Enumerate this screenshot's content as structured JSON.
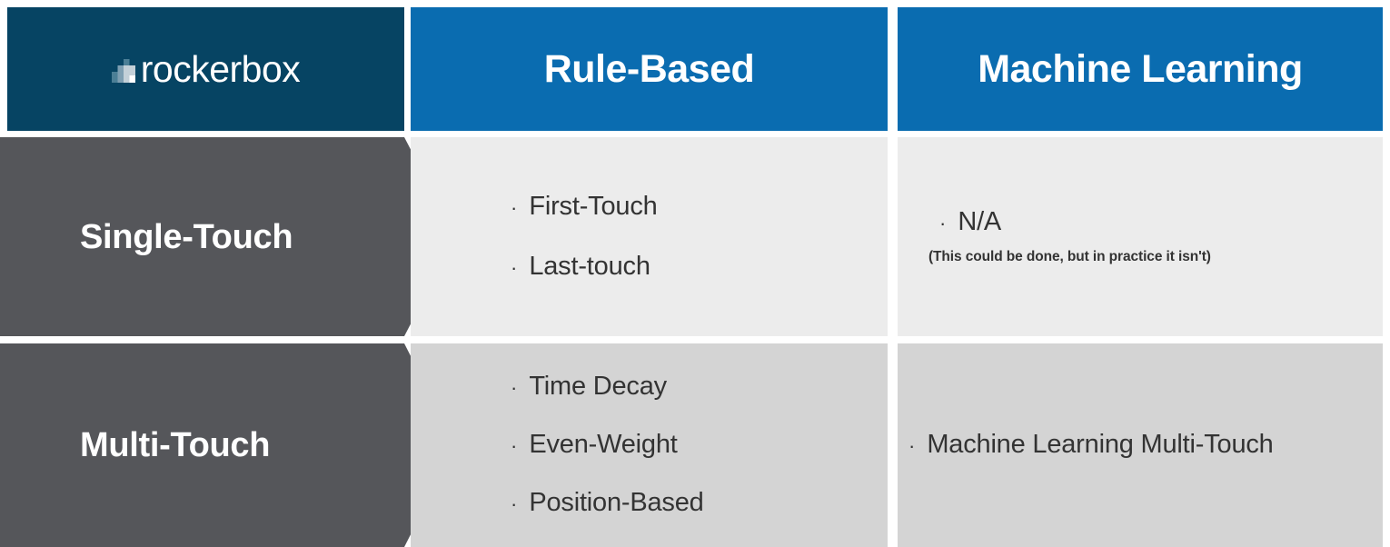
{
  "header": {
    "brand": {
      "name": "rockerbox",
      "logo_icon": "rockerbox-bars-logo",
      "background_color": "#064463"
    },
    "columns": [
      {
        "label": "Rule-Based",
        "background_color": "#0a6cb0"
      },
      {
        "label": "Machine Learning",
        "background_color": "#0a6cb0"
      }
    ]
  },
  "rows": [
    {
      "label": "Single-Touch",
      "label_background_color": "#55565a",
      "row_background_color": "#ececec",
      "rule_based": {
        "items": [
          "First-Touch",
          "Last-touch"
        ]
      },
      "machine_learning": {
        "items": [
          "N/A"
        ],
        "note": "(This could be done, but in practice it isn't)"
      }
    },
    {
      "label": "Multi-Touch",
      "label_background_color": "#55565a",
      "row_background_color": "#d4d4d4",
      "rule_based": {
        "items": [
          "Time Decay",
          "Even-Weight",
          "Position-Based"
        ]
      },
      "machine_learning": {
        "items": [
          "Machine Learning Multi-Touch"
        ],
        "note": ""
      }
    }
  ],
  "bullet_glyph": "·"
}
